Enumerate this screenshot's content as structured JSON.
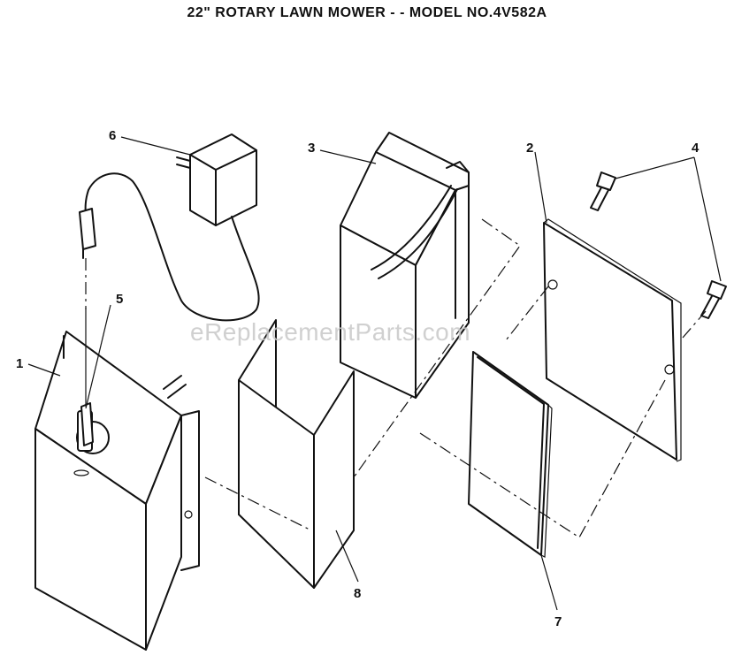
{
  "title": "22\" ROTARY LAWN MOWER - - MODEL NO.4V582A",
  "watermark": "eReplacementParts.com",
  "callouts": {
    "c1": "1",
    "c2": "2",
    "c3": "3",
    "c4": "4",
    "c5": "5",
    "c6": "6",
    "c7": "7",
    "c8": "8"
  }
}
